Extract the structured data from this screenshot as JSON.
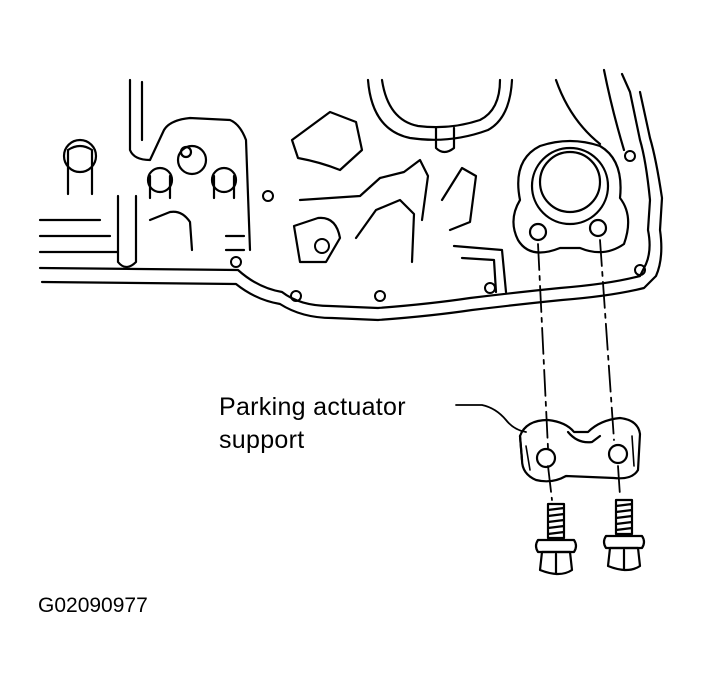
{
  "callout": {
    "line1": "Parking actuator",
    "line2": "support"
  },
  "figure_code": "G02090977",
  "colors": {
    "ink": "#000000",
    "paper": "#ffffff"
  }
}
